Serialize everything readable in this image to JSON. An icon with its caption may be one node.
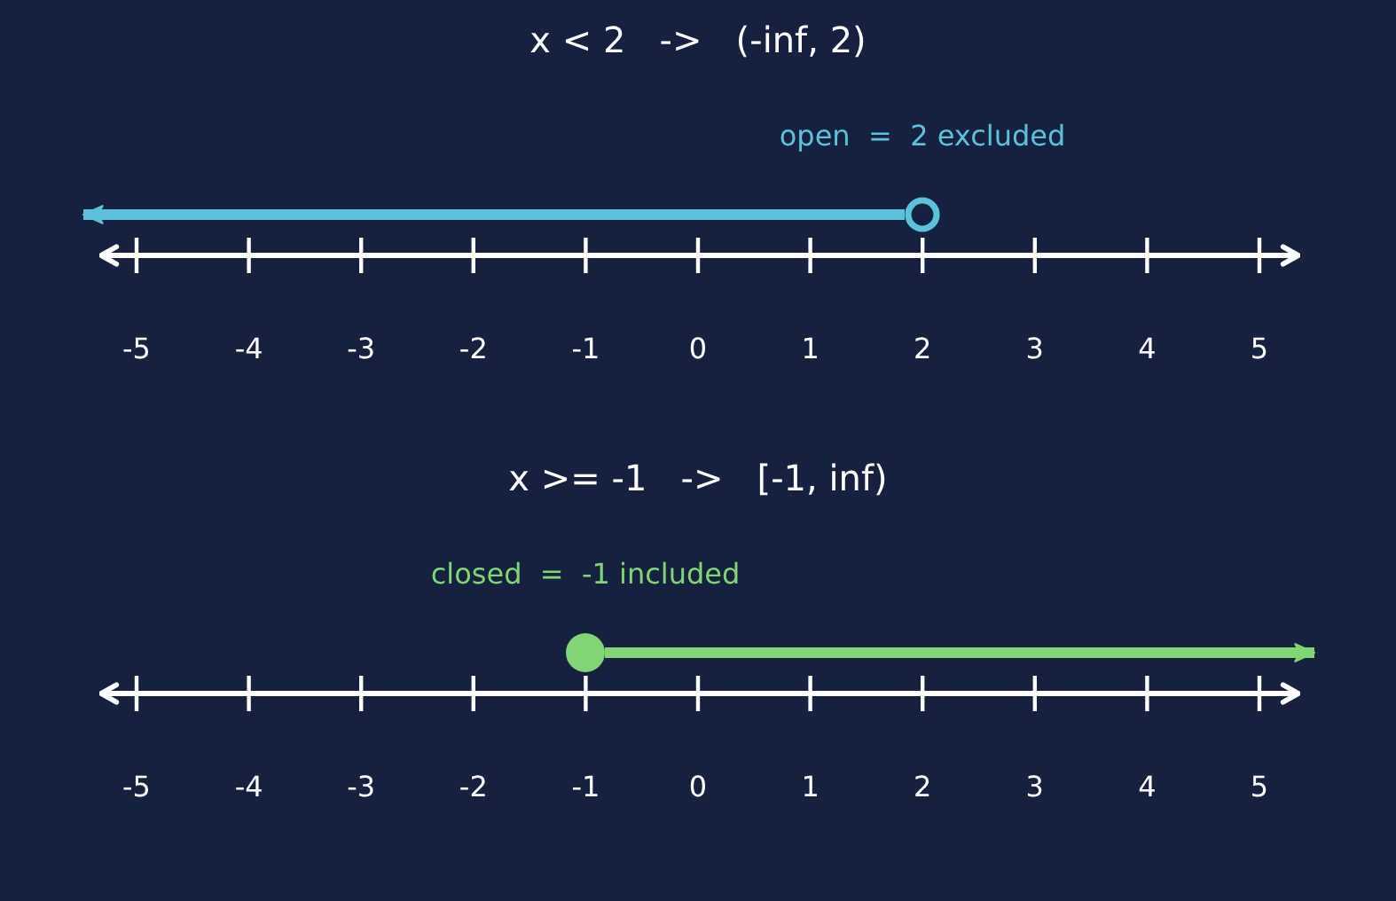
{
  "diagram": {
    "nodes": [
      {
        "text": [],
        "shape": "circle",
        "beside": [
          "open  =  2 excluded"
        ]
      },
      {
        "text": [],
        "shape": "dot",
        "beside": [
          "closed  =  -1 included"
        ]
      }
    ],
    "edges": [
      {
        "from": 0,
        "to": null,
        "arrow": "to",
        "color": "#5bc2dc"
      },
      {
        "from": 1,
        "to": null,
        "arrow": "to",
        "color": "#7fd673"
      }
    ],
    "labels": [
      "x < 2   ->   (-inf, 2)",
      "-5",
      "-4",
      "-3",
      "-2",
      "-1",
      "0",
      "1",
      "2",
      "3",
      "4",
      "5",
      "x >= -1   ->   [-1, inf)",
      "-5",
      "-4",
      "-3",
      "-2",
      "-1",
      "0",
      "1",
      "2",
      "3",
      "4",
      "5"
    ]
  }
}
